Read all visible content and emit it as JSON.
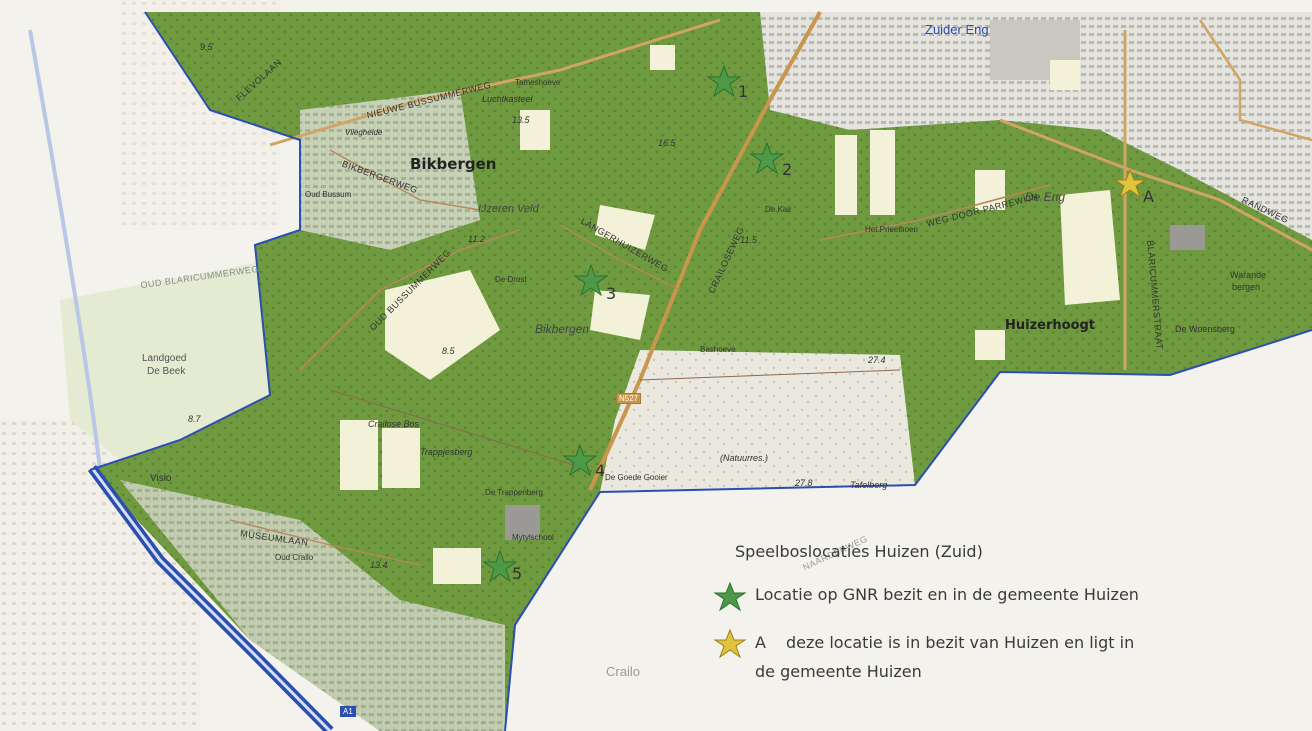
{
  "map": {
    "places": {
      "zuider_eng": "Zuider Eng",
      "bikbergen": "Bikbergen",
      "bikbergen_it": "Bikbergen",
      "de_eng": "De Eng",
      "huizerhoogt": "Huizerhoogt",
      "luchtkasteel": "Luchtkasteel",
      "ijzeren_veld": "IJzeren Veld",
      "crailose_bos": "Crailose Bos",
      "trappjesberg": "Trappjesberg",
      "natuurres": "(Natuurres.)",
      "tafelberg": "Tafelberg",
      "visio": "Visio",
      "landgoed": "Landgoed",
      "de_beek": "De Beek",
      "de_woensberg": "De Woensberg",
      "warande": "Warande",
      "bergen": "bergen",
      "crailo": "Crailo",
      "bashoeve": "Bashoeve",
      "de_drost": "De Drost",
      "de_goede_gooier": "De Goede Gooier",
      "vliegheide": "Vliegheide",
      "tameshoeve": "Tameshoeve",
      "het_prieelhoen": "Het Prieelhoen",
      "mytylschool": "Mytylschool",
      "de_trappenberg": "De Trappenberg",
      "de_kail": "De Kail",
      "oud_bussum": "Oud Bussum",
      "oud_crailo": "Oud Crailo"
    },
    "roads": {
      "nieuwe_bussummerweg": "NIEUWE BUSSUMMERWEG",
      "flevolaan": "FLEVOLAAN",
      "oud_bussummerweg": "OUD BUSSUMMERWEG",
      "oud_blaricummerweg": "OUD BLARICUMMERWEG",
      "bikbergerweg": "BIKBERGERWEG",
      "langerhuizerweg": "LANGERHUIZERWEG",
      "crailoseweg": "CRAILOSEWEG",
      "weg_door_parrewijn": "WEG DOOR PARREWIJN",
      "randweg": "RANDWEG",
      "blaricummerstraat": "BLARICUMMERSTRAAT",
      "museumlaan": "MUSEUMLAAN",
      "naarderweg": "NAARDERWEG",
      "a1": "A1",
      "n527": "N527"
    },
    "heights": [
      "9.5",
      "13.5",
      "16.5",
      "11.5",
      "11.2",
      "8.5",
      "8.7",
      "27.8",
      "13.4",
      "27.4"
    ],
    "numbers": [
      "1",
      "2",
      "3",
      "4",
      "5",
      "A"
    ]
  },
  "legend": {
    "title": "Speelboslocaties Huizen (Zuid)",
    "green_text": "Locatie op GNR bezit en in de gemeente Huizen",
    "yellow_prefix": "A",
    "yellow_line1": "deze locatie is in bezit van Huizen en ligt in",
    "yellow_line2": "de gemeente Huizen"
  },
  "colors": {
    "forest": "#6f9a3f",
    "forest_dark": "#4f7a2c",
    "heath": "#ebe8dd",
    "field": "#f4f2d8",
    "urban": "#d9d9d6",
    "boundary": "#2b4fb0",
    "road_main": "#c8964d",
    "star_green": "#4c9a48",
    "star_yellow": "#e2c43a"
  },
  "icons": {
    "green_star": "star-icon",
    "yellow_star": "star-icon"
  }
}
